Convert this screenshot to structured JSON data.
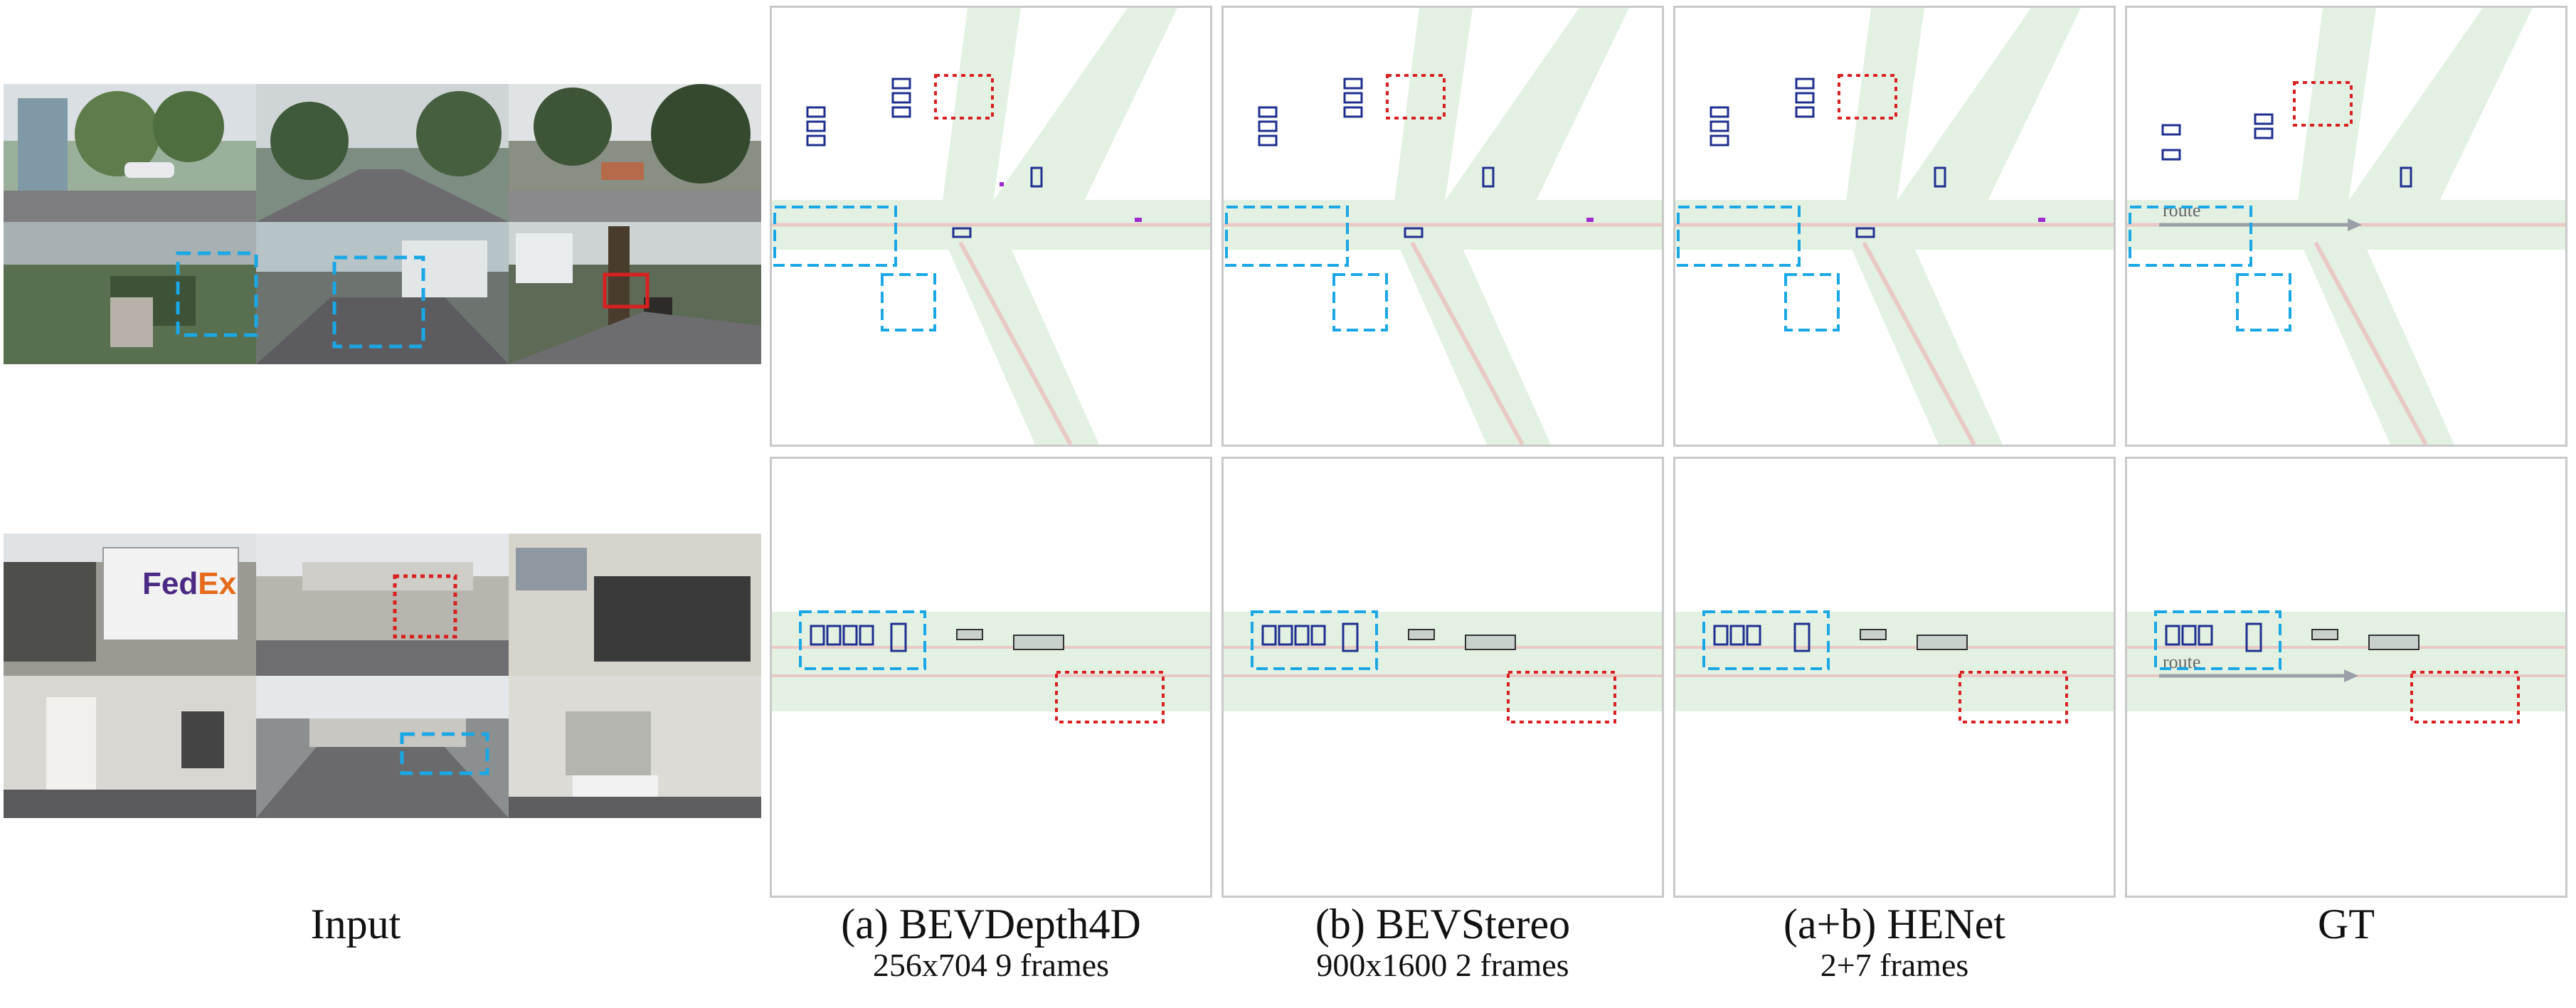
{
  "captions": {
    "input": "Input",
    "a": {
      "title": "(a)  BEVDepth4D",
      "sub": "256x704  9 frames"
    },
    "b": {
      "title": "(b)  BEVStereo",
      "sub": "900x1600  2 frames"
    },
    "ab": {
      "title": "(a+b)  HENet",
      "sub": "2+7 frames"
    },
    "gt": {
      "title": "GT"
    }
  },
  "annotations": {
    "route_label": "route"
  },
  "images": {
    "truck_logo": "FedEx"
  },
  "colors": {
    "blue_box": "#1f2f8f",
    "cyan_dashed": "#1aa7e6",
    "red_dotted": "#d92020",
    "road": "#e3f1e3",
    "lane": "#e8c9c4",
    "pedestrian": "#a02ad0"
  }
}
